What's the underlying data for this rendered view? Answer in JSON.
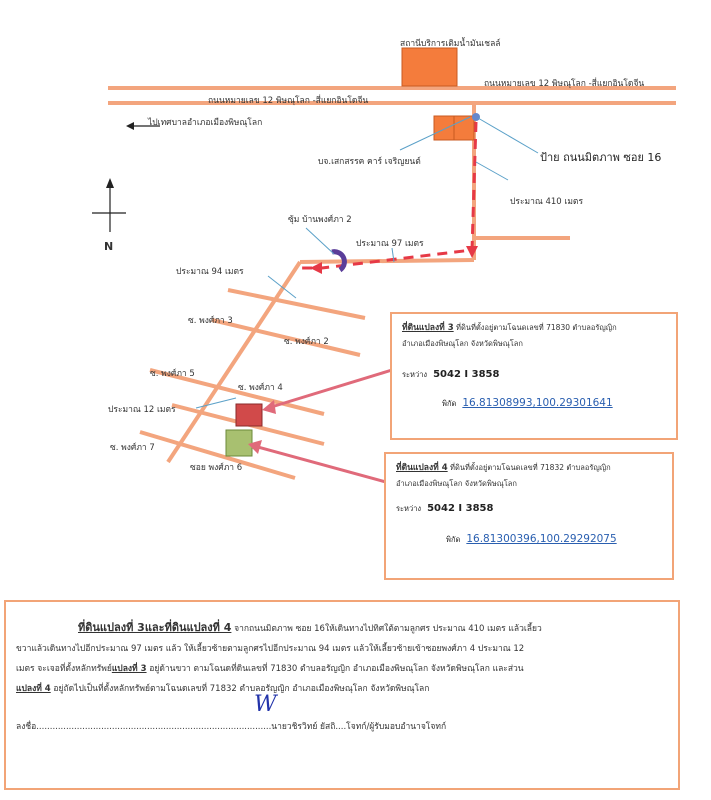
{
  "colors": {
    "road": "#f3a57e",
    "building": "#f47c3c",
    "route": "#e63946",
    "plot3": "#d14a4a",
    "plot4": "#a8c070",
    "marker": "#5a3d99",
    "pointer": "#5aa0c8"
  },
  "map": {
    "station_label": "สถานีบริการเติมน้ำมันเชลล์",
    "road_label_top": "ถนนหมายเลข 12 พิษณุโลก -สี่แยกอินโดจีน",
    "road_label_main": "ถนนหมายเลข 12 พิษณุโลก -สี่แยกอินโดจีน",
    "to_municipality": "ไปเทศบาลอำเภอเมืองพิษณุโลก",
    "dealer_label": "บจ.เสกสรรค คาร์ เจริญยนต์",
    "sign_label": "ป้าย ถนนมิตภาพ ซอย 16",
    "distance_410": "ประมาณ 410 เมตร",
    "arch_label": "ซุ้ม บ้านพงศ์ภา 2",
    "distance_97": "ประมาณ 97 เมตร",
    "distance_94": "ประมาณ 94 เมตร",
    "distance_12": "ประมาณ 12 เมตร",
    "soi_3": "ซ. พงศ์ภา 3",
    "soi_2": "ซ. พงศ์ภา 2",
    "soi_5": "ซ. พงศ์ภา 5",
    "soi_4": "ซ. พงศ์ภา 4",
    "soi_7": "ซ. พงศ์ภา 7",
    "soi_6": "ซอย พงศ์ภา 6",
    "north": "N"
  },
  "plot3_box": {
    "title": "ที่ดินแปลงที่ 3",
    "text_1": "ที่ดินที่ตั้งอยู่ตามโฉนดเลขที่ 71830 ตำบลอรัญญิก",
    "text_2": "อำเภอเมืองพิษณุโลก จังหวัดพิษณุโลก",
    "position_key": "ระหว่าง",
    "position_value": "5042 I 3858",
    "coord_key": "พิกัด",
    "coord_value": "16.81308993,100.29301641"
  },
  "plot4_box": {
    "title": "ที่ดินแปลงที่ 4",
    "text_1": "ที่ดินที่ตั้งอยู่ตามโฉนดเลขที่ 71832 ตำบลอรัญญิก",
    "text_2": "อำเภอเมืองพิษณุโลก จังหวัดพิษณุโลก",
    "position_key": "ระหว่าง",
    "position_value": "5042 I 3858",
    "coord_key": "พิกัด",
    "coord_value": "16.81300396,100.29292075"
  },
  "description": {
    "heading": "ที่ดินแปลงที่ 3และที่ดินแปลงที่ 4",
    "p1": "จากถนนมิตภาพ ซอย 16ให้เดินทางไปทิศใต้ตามลูกศร ประมาณ 410 เมตร แล้วเลี้ยว",
    "p2": "ขวาแล้วเดินทางไปอีกประมาณ 97 เมตร แล้ว ให้เลี้ยวซ้ายตามลูกศรไปอีกประมาณ 94 เมตร แล้วให้เลี้ยวซ้ายเข้าซอยพงศ์ภา 4 ประมาณ 12",
    "p3a": "เมตร จะเจอที่ตั้งหลักทรัพย์",
    "p3b": "แปลงที่ 3",
    "p3c": "อยู่ด้านขวา ตามโฉนดที่ดินเลขที่ 71830 ตำบลอรัญญิก อำเภอเมืองพิษณุโลก จังหวัดพิษณุโลก และส่วน",
    "p4a": "แปลงที่ 4",
    "p4b": "อยู่ถัดไปเป็นที่ตั้งหลักทรัพย์ตามโฉนดเลขที่ 71832 ตำบลอรัญญิก อำเภอเมืองพิษณุโลก จังหวัดพิษณุโลก",
    "signature_prefix": "ลงชื่อ.......................................................................................นายวชิรวิทย์ ยัสถิ....โจทก์/ผู้รับมอบอำนาจโจทก์",
    "signature_mark": "W"
  }
}
